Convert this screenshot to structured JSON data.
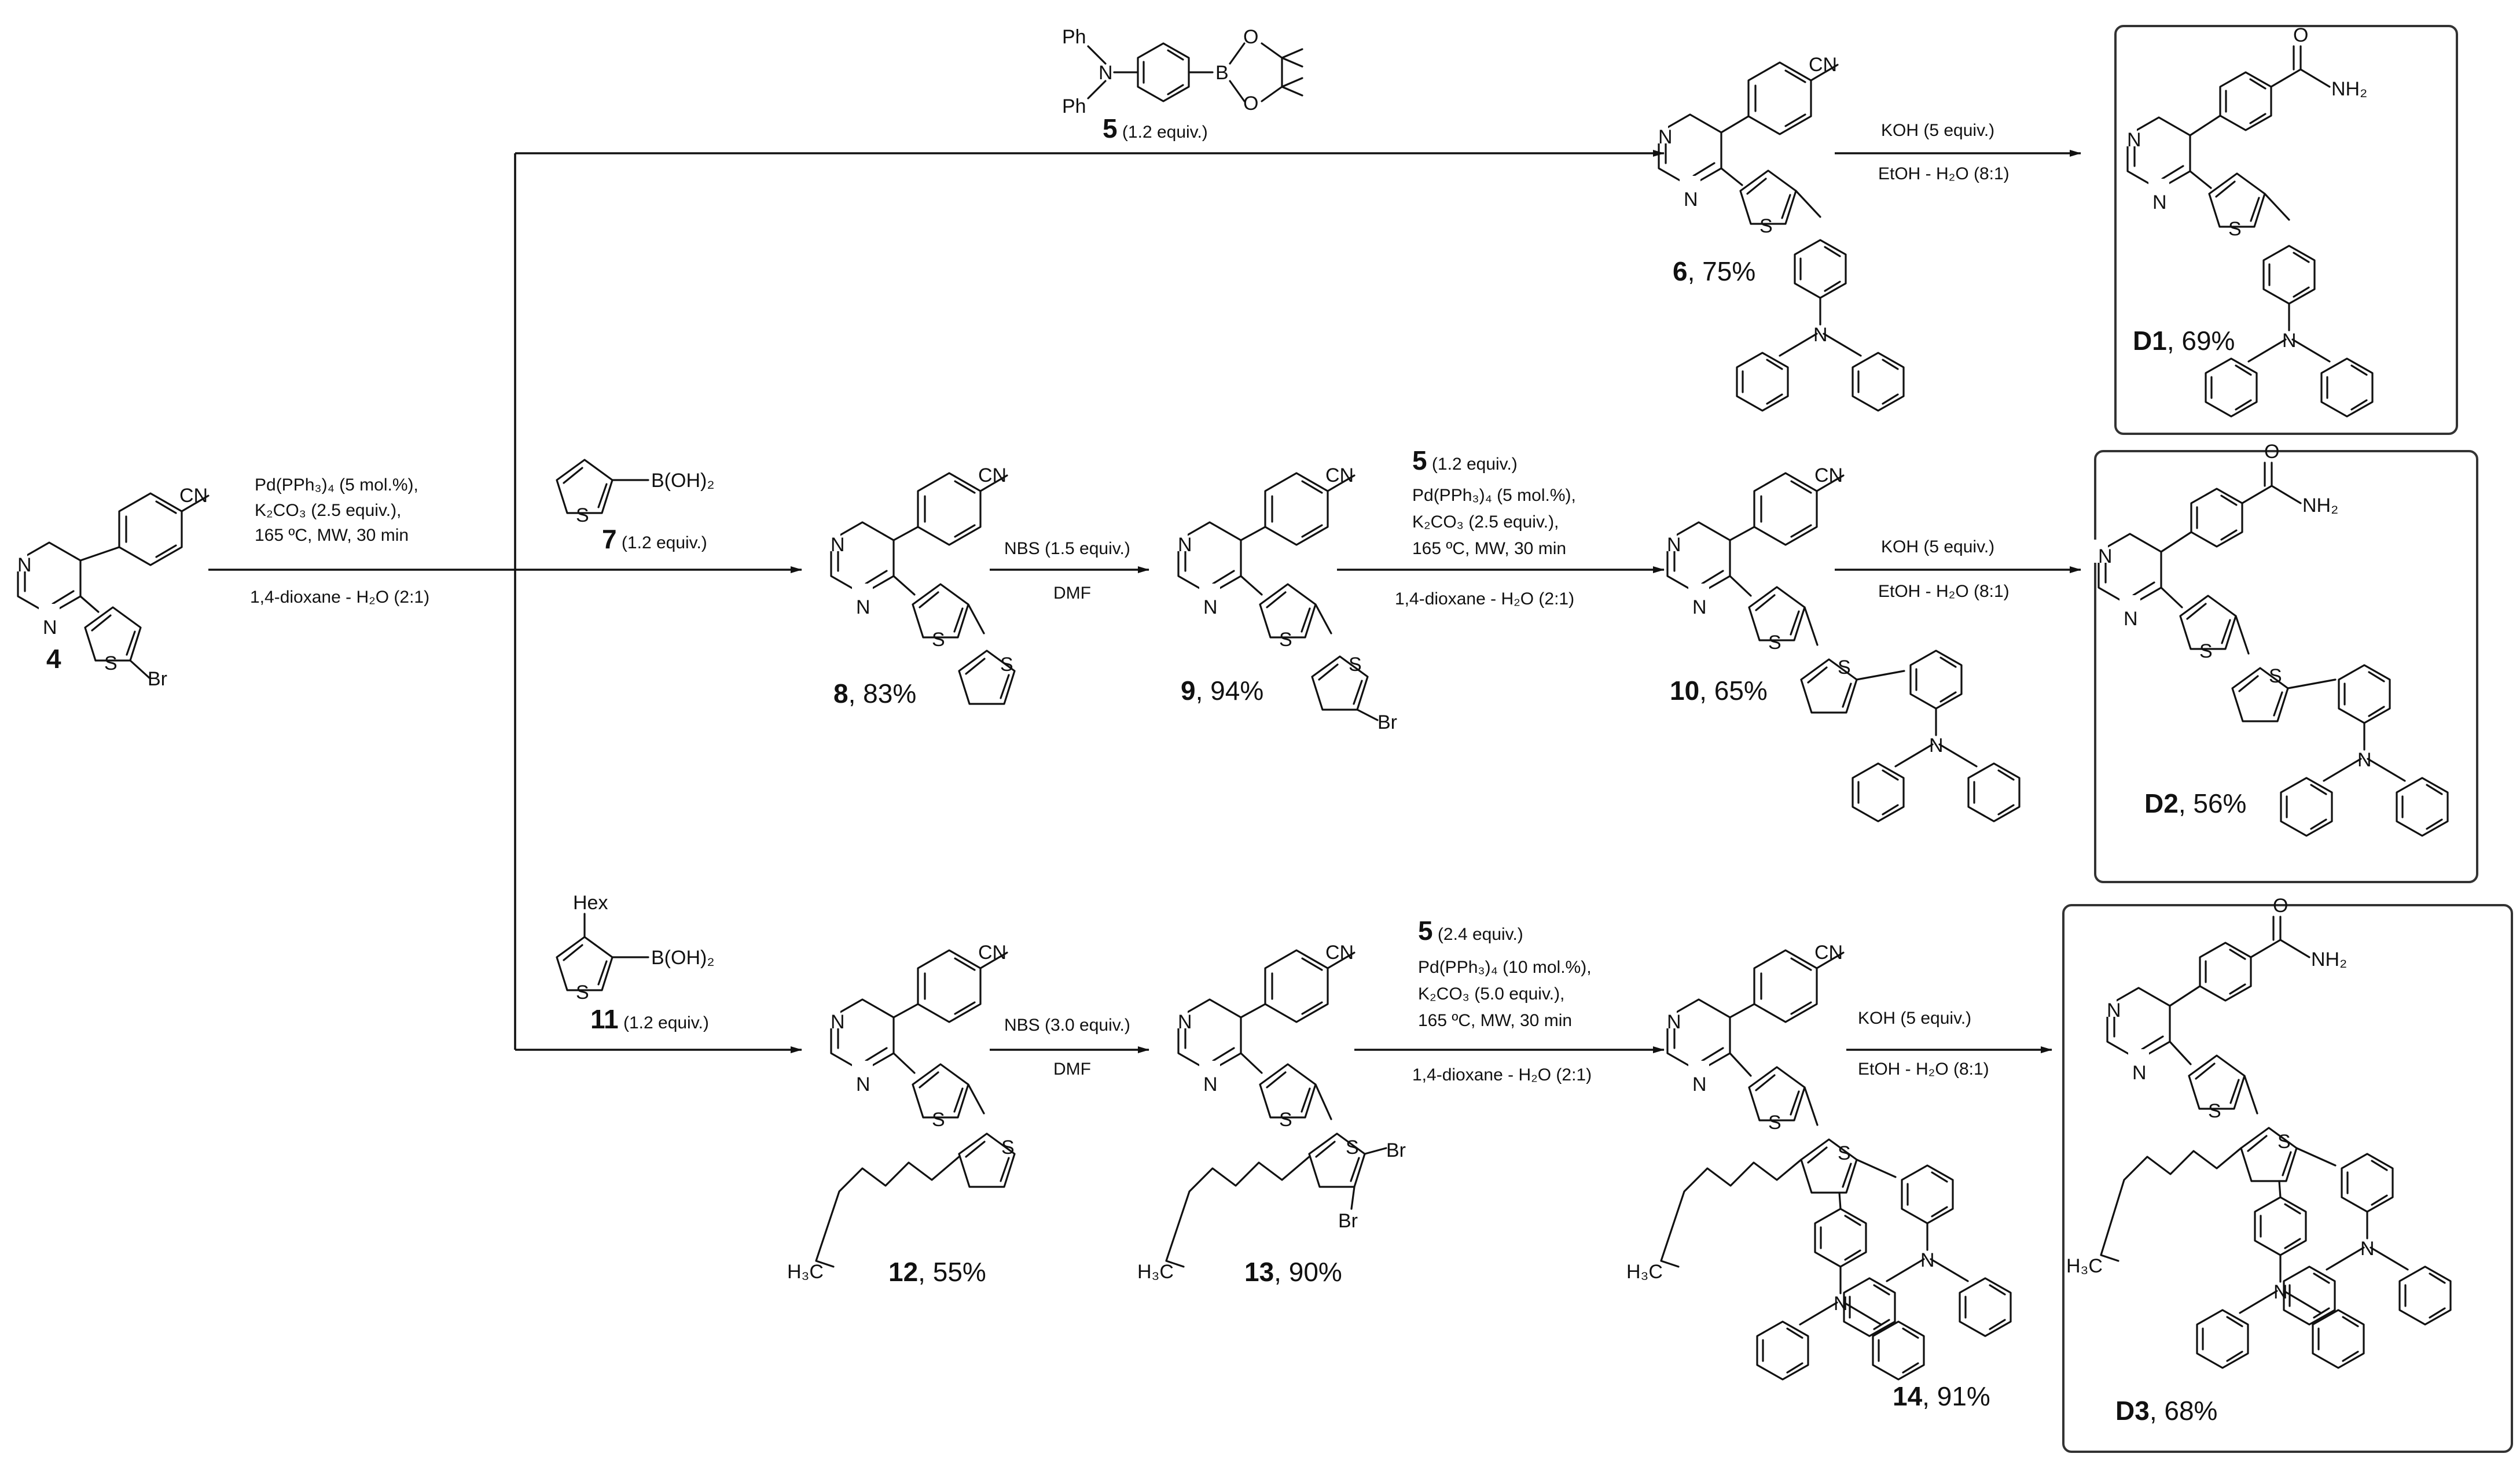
{
  "compounds": [
    {
      "id": "4",
      "yield": ""
    },
    {
      "id": "6",
      "yield": ", 75%"
    },
    {
      "id": "D1",
      "yield": ", 69%"
    },
    {
      "id": "8",
      "yield": ", 83%"
    },
    {
      "id": "9",
      "yield": ", 94%"
    },
    {
      "id": "10",
      "yield": ", 65%"
    },
    {
      "id": "D2",
      "yield": ", 56%"
    },
    {
      "id": "12",
      "yield": ", 55%"
    },
    {
      "id": "13",
      "yield": ", 90%"
    },
    {
      "id": "14",
      "yield": ", 91%"
    },
    {
      "id": "D3",
      "yield": ", 68%"
    }
  ],
  "reagents": {
    "r5": {
      "num": "5",
      "equiv": " (1.2 equiv.)"
    },
    "r7": {
      "num": "7",
      "equiv": " (1.2 equiv.)"
    },
    "r11": {
      "num": "11",
      "equiv": " (1.2 equiv.)"
    }
  },
  "conditions": {
    "suzuki1": [
      "Pd(PPh₃)₄ (5 mol.%),",
      "K₂CO₃ (2.5 equiv.),",
      "165 ºC, MW, 30 min",
      "1,4-dioxane - H₂O (2:1)"
    ],
    "hydrolysis": [
      "KOH (5 equiv.)",
      "EtOH - H₂O (8:1)"
    ],
    "nbs1": [
      "NBS (1.5 equiv.)",
      "DMF"
    ],
    "nbs2": [
      "NBS (3.0 equiv.)",
      "DMF"
    ],
    "suzuki2": {
      "num": "5",
      "equiv": " (1.2 equiv.)",
      "lines": [
        "Pd(PPh₃)₄ (5 mol.%),",
        "K₂CO₃ (2.5 equiv.),",
        "165 ºC, MW, 30 min",
        "1,4-dioxane - H₂O (2:1)"
      ]
    },
    "suzuki3": {
      "num": "5",
      "equiv": " (2.4 equiv.)",
      "lines": [
        "Pd(PPh₃)₄ (10 mol.%),",
        "K₂CO₃ (5.0 equiv.),",
        "165 ºC, MW, 30 min",
        "1,4-dioxane - H₂O (2:1)"
      ]
    }
  },
  "atoms": {
    "N": "N",
    "S": "S",
    "CN": "CN",
    "Br": "Br",
    "Ph": "Ph",
    "B": "B",
    "O": "O",
    "NH2": "NH₂",
    "BOH2": "B(OH)₂",
    "Hex": "Hex",
    "H3C": "H₃C"
  }
}
